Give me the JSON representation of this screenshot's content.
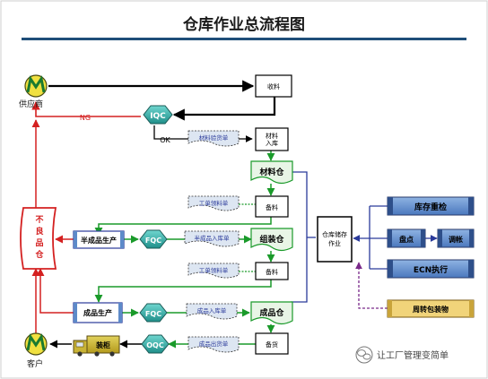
{
  "title": "仓库作业总流程图",
  "nodes": {
    "supplier": "供应商",
    "customer": "客户",
    "receive_material": "收料",
    "iqc": "IQC",
    "material_form": "材料验货单",
    "material_in": "材料入库",
    "material_wh": "材料仓",
    "work_order_1": "工单领料单",
    "prep_1": "备料",
    "defect_wh": "不良品仓",
    "semi_production": "半成品生产",
    "fqc_1": "FQC",
    "semi_in_form": "半成品入库单",
    "assembly_wh": "组装仓",
    "work_order_2": "工单领料单",
    "prep_2": "备料",
    "fg_production": "成品生产",
    "fqc_2": "FQC",
    "fg_in_form": "成品入库单",
    "fg_wh": "成品仓",
    "ship_form": "成品出货单",
    "ship_prep": "备货",
    "oqc": "OQC",
    "truck": "装柜",
    "warehouse_ops": "仓库储存作业",
    "inventory_check": "库存重检",
    "stocktake": "盘点",
    "adjust": "调帐",
    "ecn": "ECN执行",
    "packaging": "周转包装物"
  },
  "labels": {
    "ng": "NG",
    "ok": "OK"
  },
  "watermark": "让工厂管理变简单",
  "colors": {
    "title_bar": "#1f4e79",
    "flow_black": "#000000",
    "flow_red": "#d42020",
    "flow_green": "#1a9a2a",
    "flow_blue": "#2a3a9a",
    "flow_purple": "#7a2a8a",
    "box_green": "#e8f5e6",
    "box_blue": "#5d8ac9",
    "box_yellow": "#f1d47a",
    "qc_teal": "#2aa6a0"
  }
}
